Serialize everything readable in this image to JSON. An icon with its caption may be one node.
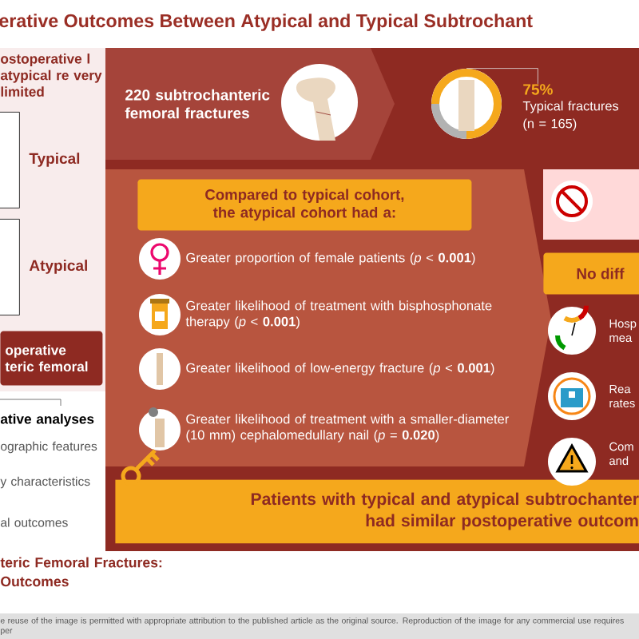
{
  "diagram": {
    "title": "erative Outcomes Between Atypical and Typical Subtrochant",
    "nodes": [
      {
        "text": [],
        "shape": "box",
        "beside": [
          "Typical"
        ]
      },
      {
        "text": [],
        "shape": "box",
        "beside": [
          "Atypical"
        ]
      },
      {
        "text": [
          "operative teric femoral"
        ]
      },
      {
        "text": [
          "220 subtrochanteric femoral fractures",
          "75%",
          "Typical fractures (n = 165)"
        ]
      },
      {
        "text": [
          "Compared to typical cohort, the atypical cohort had a:"
        ]
      },
      {
        "text": [
          "No diff"
        ]
      },
      {
        "text": [
          "Patients with typical and atypical subtrochanter had similar postoperative outcom"
        ]
      },
      {
        "text": [],
        "shape": "circle"
      }
    ],
    "edges": [
      {
        "from": 3,
        "to": 7,
        "arrow": "none"
      }
    ],
    "labels": [
      "ostoperative l atypical re very limited",
      "Greater proportion of female patients (*p* < **0.001**)",
      "Greater likelihood of treatment with bisphosphonate therapy (*p* < **0.001**)",
      "Greater likelihood of low-energy fracture (*p* < **0.001**)",
      "Greater likelihood of treatment with a smaller-diameter (10 mm) cephalomedullary nail (*p* = **0.020**)",
      "Hosp mea",
      "Rea rates",
      "Com and",
      "ative analyses",
      "ographic features",
      "y characteristics",
      "al outcomes",
      "teric Femoral Fractures:",
      "Outcomes",
      "e reuse of the image is permitted with appropriate attribution to the published article as the original source. Reproduction of the image for any commercial use requires per"
    ]
  }
}
